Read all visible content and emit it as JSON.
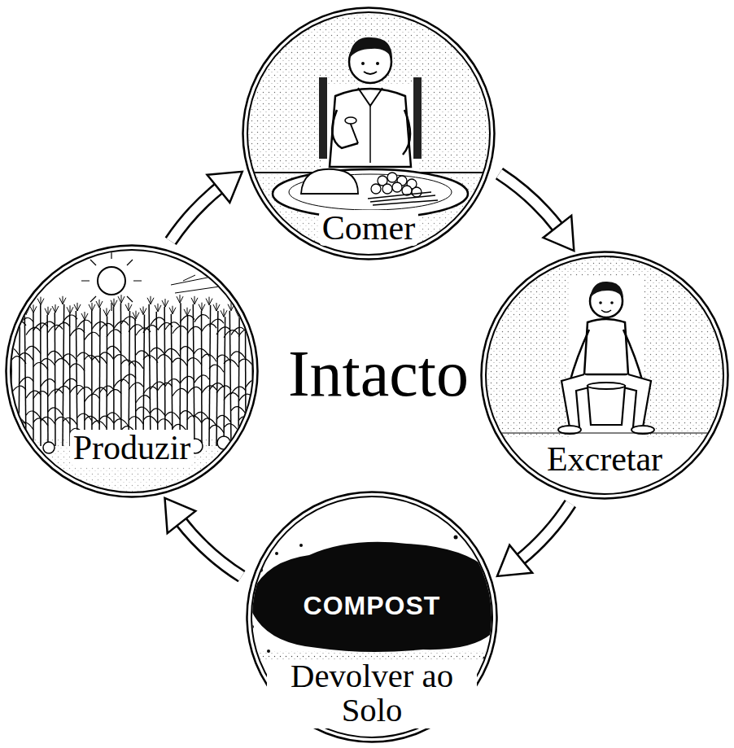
{
  "diagram": {
    "nodes": [
      {
        "text": [
          "Comer"
        ]
      },
      {
        "text": [
          "Excretar"
        ]
      },
      {
        "text": [
          "COMPOST",
          "Devolver ao Solo"
        ]
      },
      {
        "text": [
          "Produzir"
        ]
      }
    ],
    "edges": [
      {
        "from": 0,
        "to": 1,
        "arrow": "to"
      },
      {
        "from": 1,
        "to": 2,
        "arrow": "to"
      },
      {
        "from": 2,
        "to": 3,
        "arrow": "to"
      },
      {
        "from": 3,
        "to": 0,
        "arrow": "to"
      }
    ],
    "labels": [
      "Intacto"
    ]
  }
}
